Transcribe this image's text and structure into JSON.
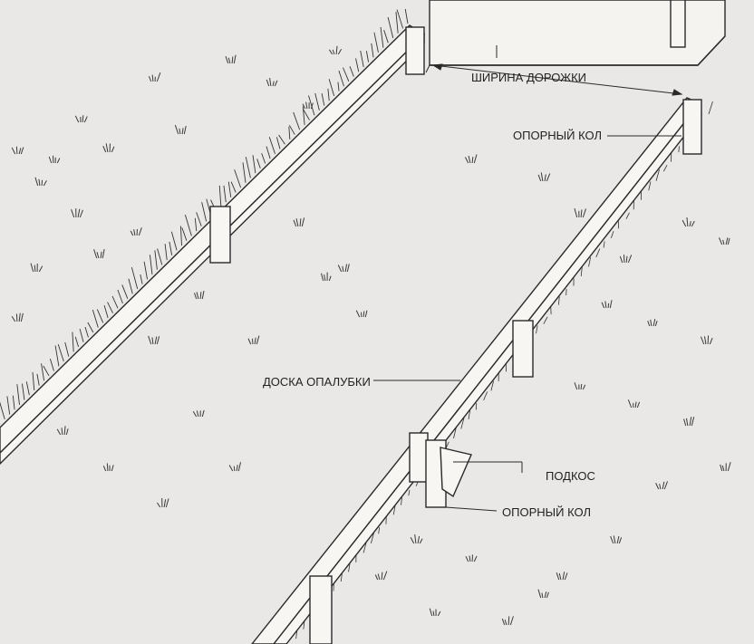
{
  "labels": {
    "path_width": "ШИРИНА ДОРОЖКИ",
    "support_stake_top": "ОПОРНЫЙ КОЛ",
    "form_board": "ДОСКА ОПАЛУБКИ",
    "brace": "ПОДКОС",
    "support_stake_bottom": "ОПОРНЫЙ КОЛ"
  },
  "colors": {
    "background": "#e9e8e6",
    "ink": "#2a2a2a",
    "board_fill": "#f7f6f3",
    "grass": "#3a3a3a"
  }
}
